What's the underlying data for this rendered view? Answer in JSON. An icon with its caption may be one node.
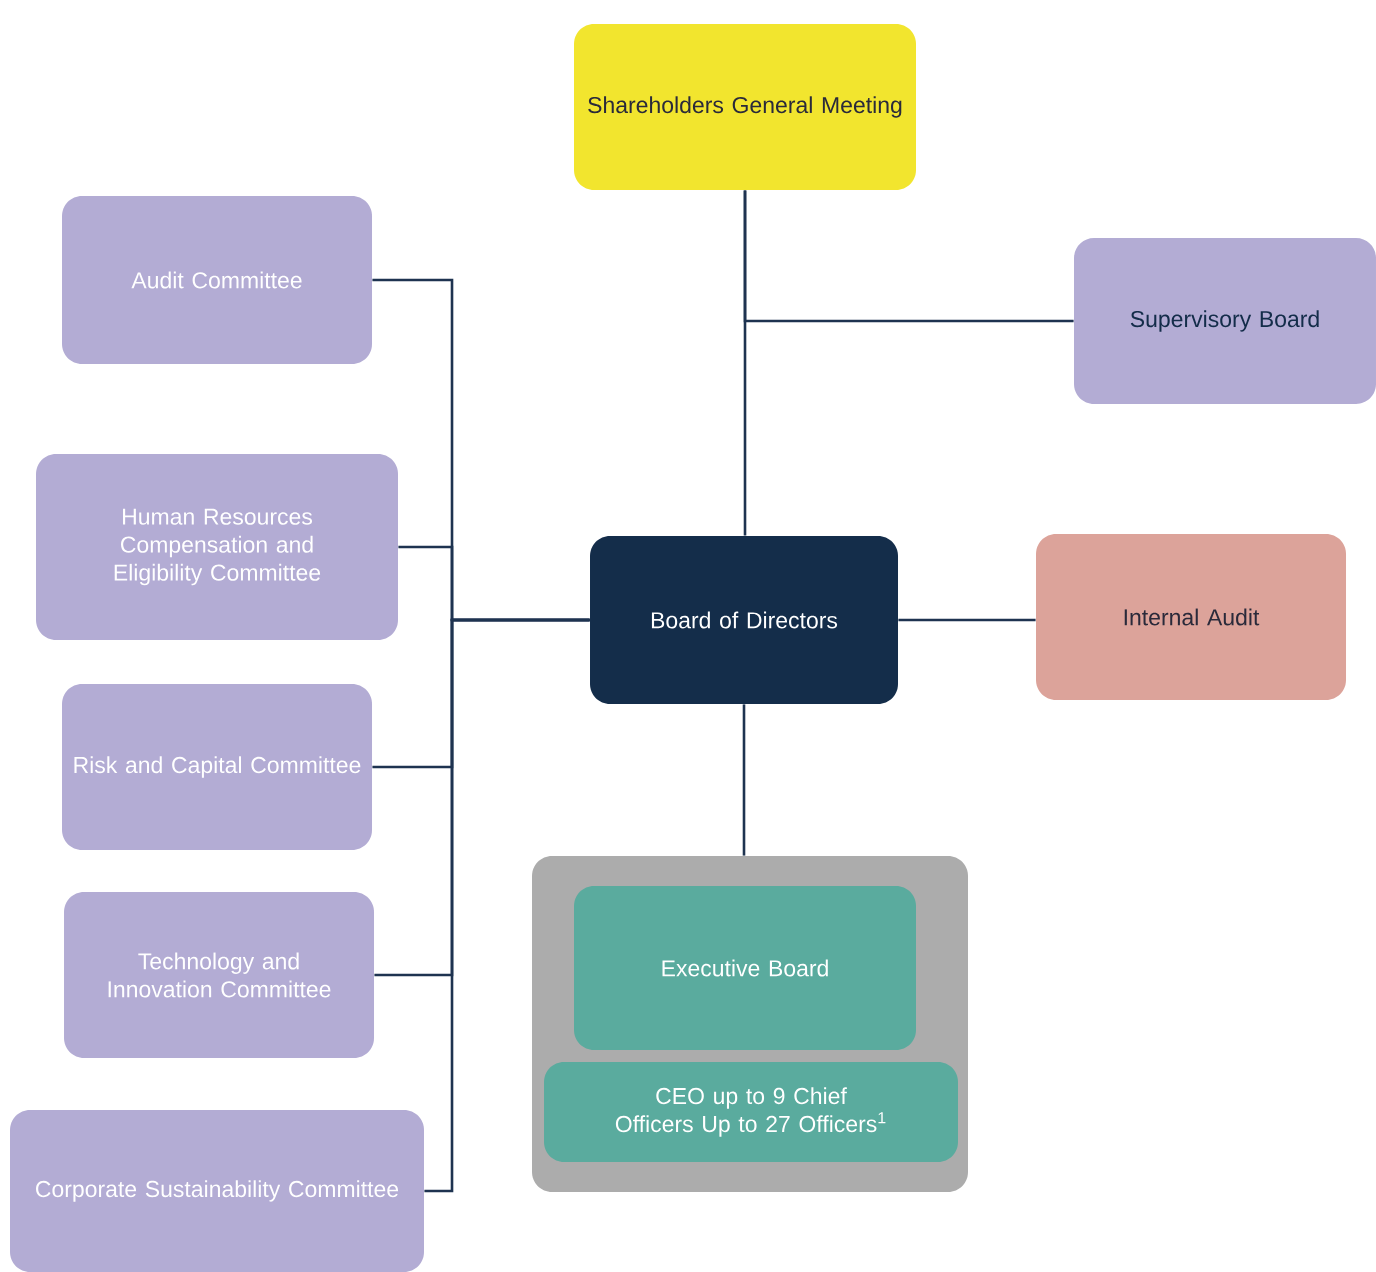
{
  "diagram": {
    "nodes": [
      {
        "text": [
          "Shareholders General Meeting"
        ]
      },
      {
        "text": [
          "Audit Committee"
        ]
      },
      {
        "text": [
          "Supervisory Board"
        ]
      },
      {
        "text": [
          "Human Resources Compensation and Eligibility Committee"
        ]
      },
      {
        "text": [
          "Board of Directors"
        ]
      },
      {
        "text": [
          "Internal Audit"
        ]
      },
      {
        "text": [
          "Risk and Capital Committee"
        ]
      },
      {
        "text": [
          "Technology and Innovation Committee"
        ]
      },
      {
        "text": [],
        "shape": "box"
      },
      {
        "text": [
          "Executive Board"
        ],
        "in": 8
      },
      {
        "text": [
          "CEO up to 9 Chief Officers Up to 27 Officers$^{1}$"
        ],
        "in": 8
      },
      {
        "text": [
          "Corporate Sustainability Committee"
        ]
      }
    ],
    "edges": [
      {
        "from": 0,
        "to": 4,
        "arrow": "none"
      },
      {
        "from": 0,
        "to": 2,
        "arrow": "none"
      },
      {
        "from": 4,
        "to": 5,
        "arrow": "none"
      },
      {
        "from": 4,
        "to": 8,
        "arrow": "none"
      },
      {
        "from": 4,
        "to": 1,
        "arrow": "none"
      },
      {
        "from": 4,
        "to": 3,
        "arrow": "none"
      },
      {
        "from": 4,
        "to": 6,
        "arrow": "none"
      },
      {
        "from": 4,
        "to": 7,
        "arrow": "none"
      },
      {
        "from": 4,
        "to": 11,
        "arrow": "none"
      }
    ]
  }
}
